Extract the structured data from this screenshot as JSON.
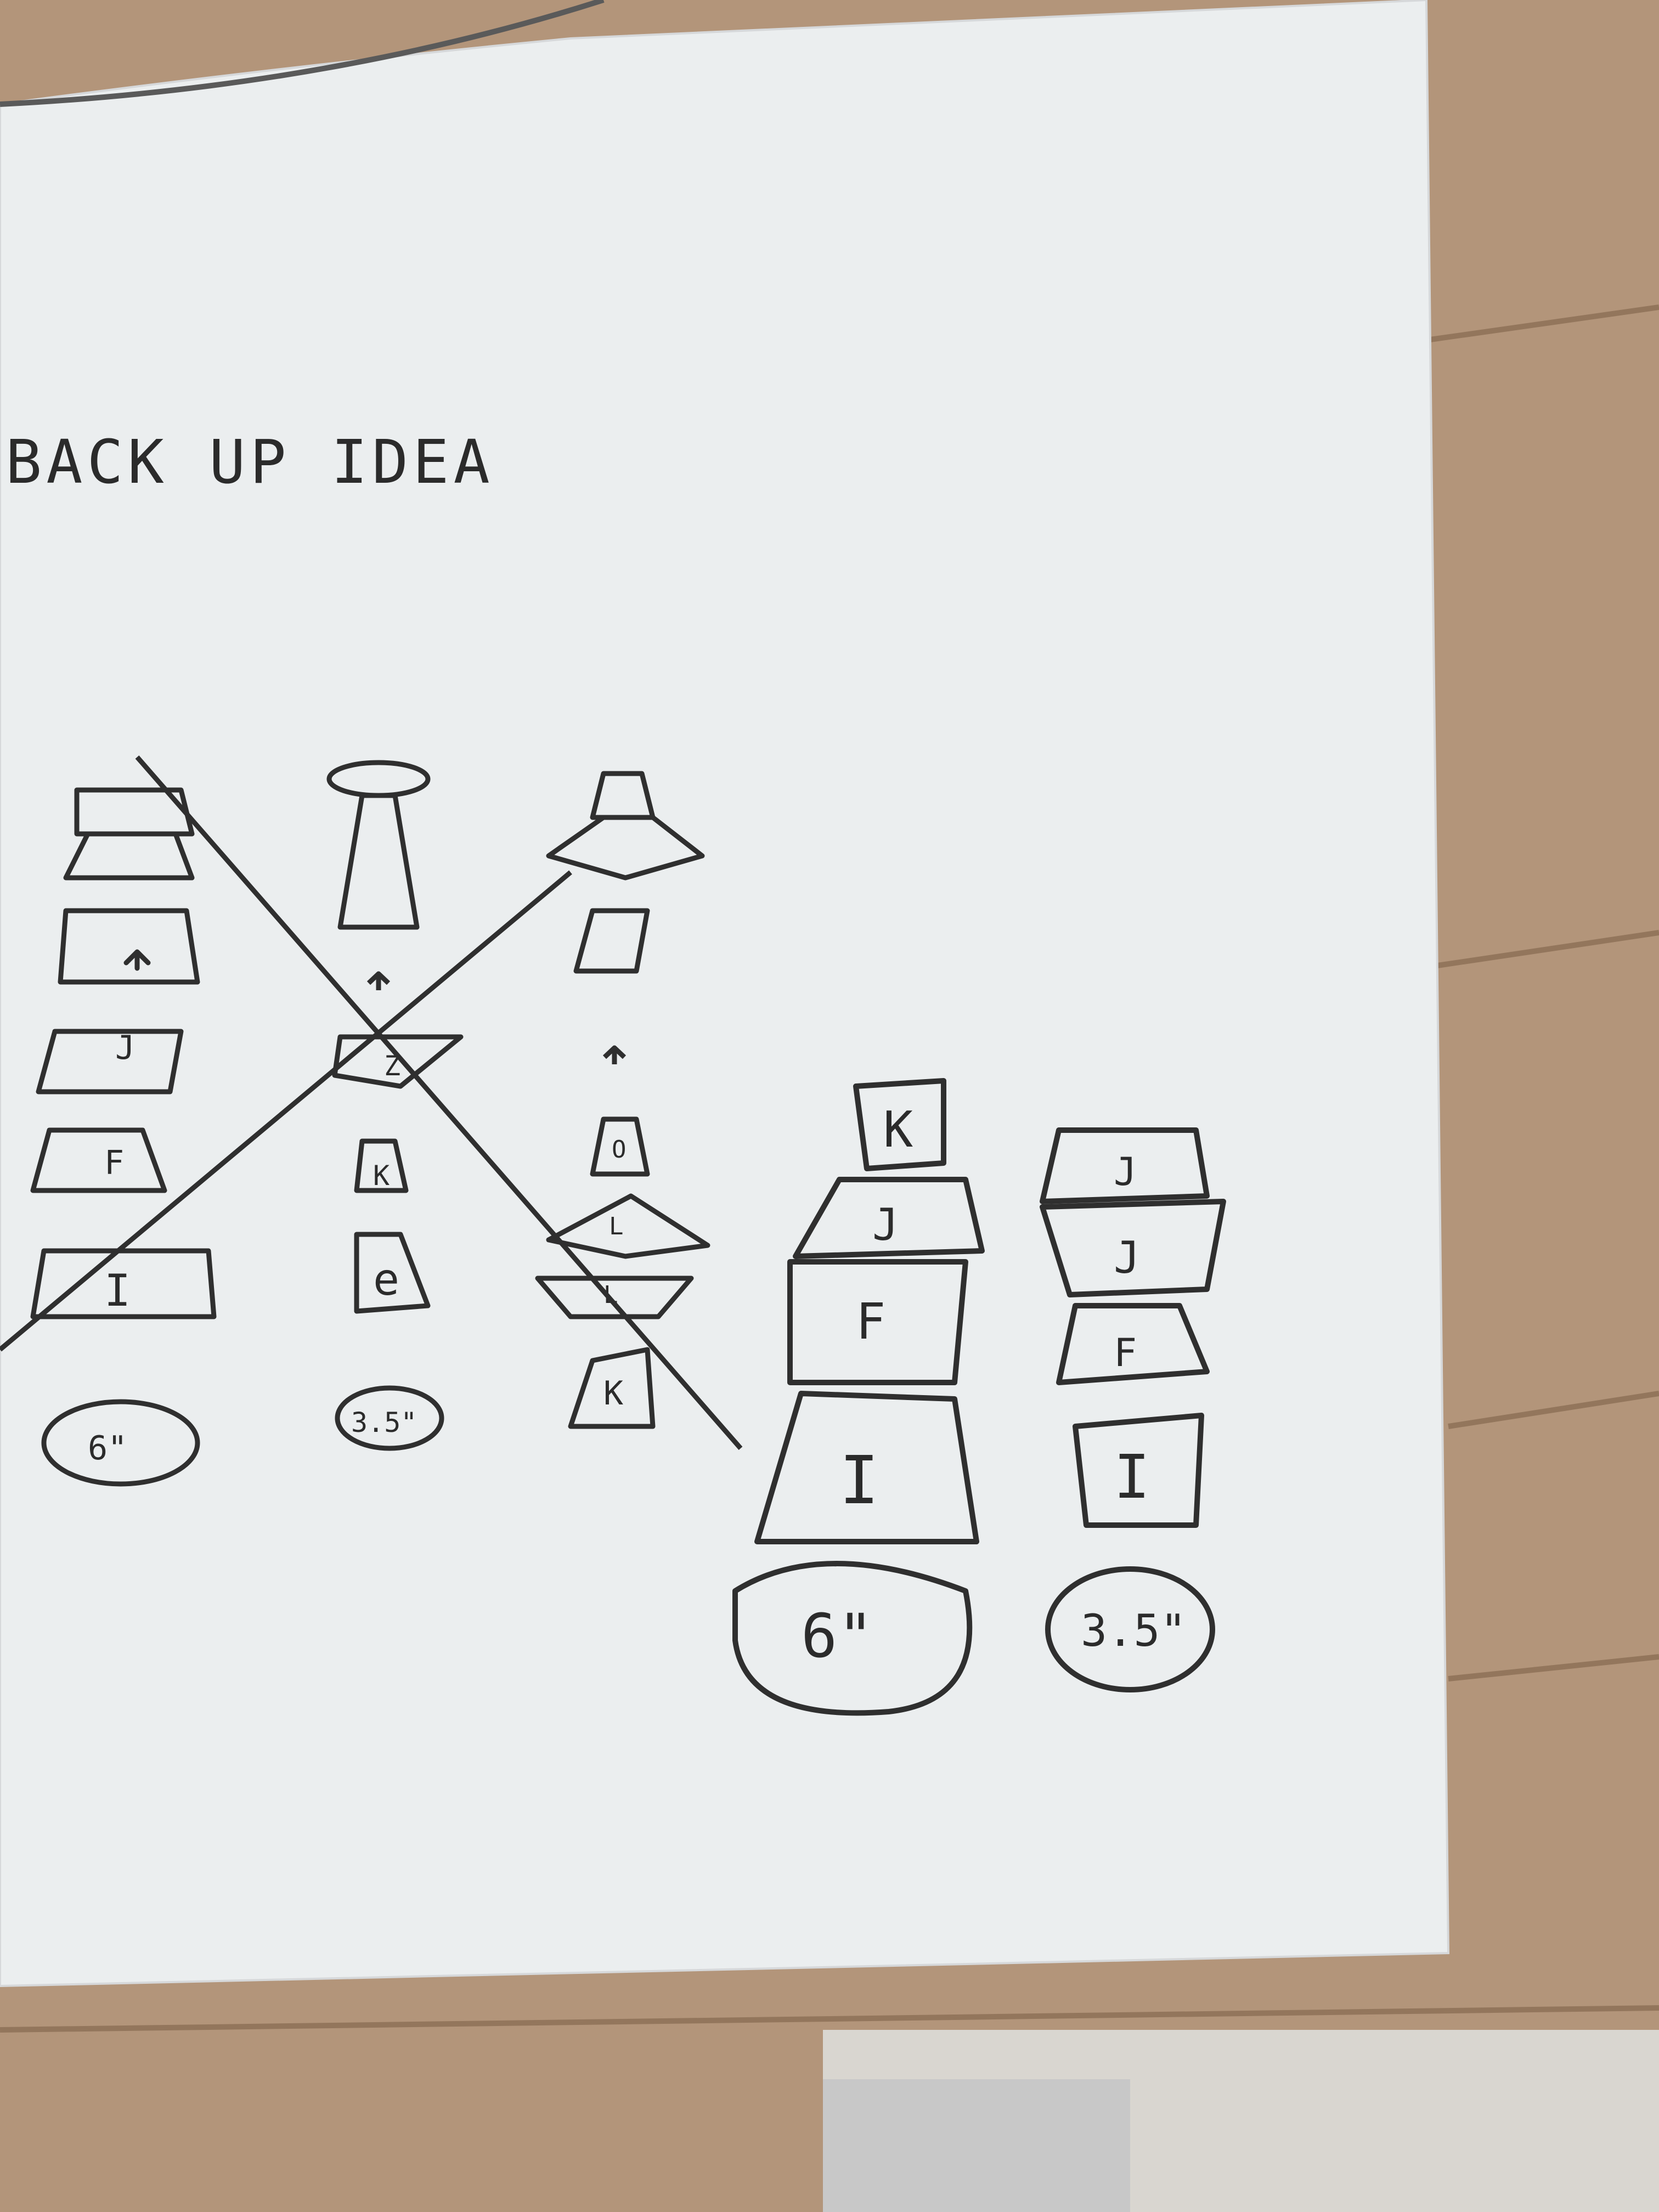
{
  "photo": {
    "heading": "BACK UP IDEA",
    "colors": {
      "paper": "#ebeeef",
      "pencil": "#2f2f2f",
      "wood": "#b3957a",
      "wood_dark": "#8f7157"
    },
    "left_sketch": {
      "col1": {
        "labels": [
          "J",
          "F",
          "I"
        ],
        "base": "6\""
      },
      "col2": {
        "labels": [
          "Z",
          "K",
          "e"
        ],
        "base": "3.5\""
      },
      "col3": {
        "labels": [
          "O",
          "L",
          "L",
          "K"
        ]
      },
      "crossed_out": true
    },
    "right_sketch": {
      "stack_a": {
        "labels": [
          "K",
          "J",
          "F",
          "I"
        ],
        "base": "6\""
      },
      "stack_b": {
        "labels": [
          "J",
          "J",
          "F",
          "I"
        ],
        "base": "3.5\""
      }
    }
  }
}
